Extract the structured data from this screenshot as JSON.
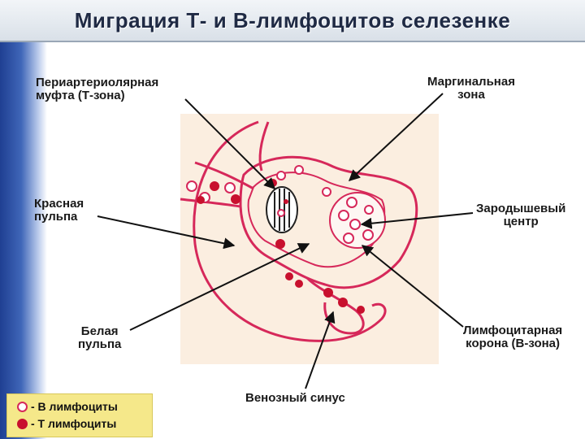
{
  "title": "Миграция Т- и В-лимфоцитов селезенке",
  "labels": {
    "periarterial_line1": "Периартериолярная",
    "periarterial_line2": "муфта (Т-зона)",
    "marginal_line1": "Маргинальная",
    "marginal_line2": "зона",
    "red_pulp_line1": "Красная",
    "red_pulp_line2": "пульпа",
    "germinal_line1": "Зародышевый",
    "germinal_line2": "центр",
    "white_pulp_line1": "Белая",
    "white_pulp_line2": "пульпа",
    "corona_line1": "Лимфоцитарная",
    "corona_line2": "корона (В-зона)",
    "venous_sinus": "Венозный синус"
  },
  "legend": {
    "b_cells": "- В лимфоциты",
    "t_cells": "- Т лимфоциты"
  },
  "colors": {
    "membrane": "#d6285a",
    "t_cell": "#c8102e",
    "background_tint": "#fbeee0",
    "legend_bg": "#f5e88a"
  }
}
